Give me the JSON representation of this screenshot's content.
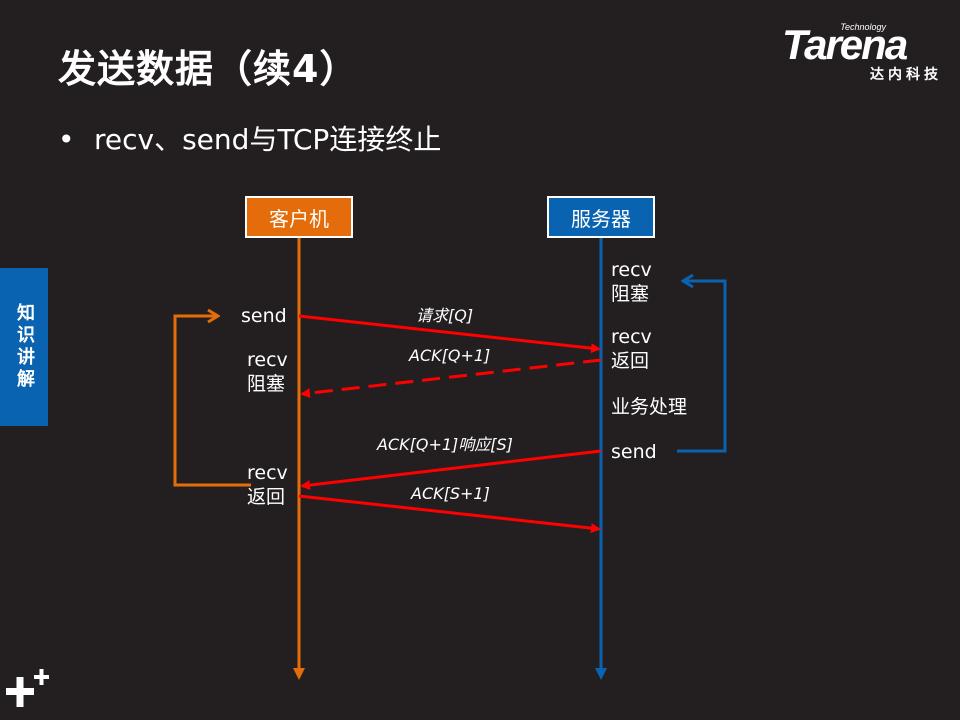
{
  "slide": {
    "title": "发送数据（续4）",
    "bullet": "recv、send与TCP连接终止",
    "bullet_marker": "•",
    "side_tab": "知识讲解"
  },
  "logo": {
    "technology": "Technology",
    "wordmark": "Tarena",
    "chinese": "达内科技"
  },
  "diagram": {
    "client_label": "客户机",
    "server_label": "服务器",
    "client_send": "send",
    "client_recv_block_1": "recv",
    "client_recv_block_2": "阻塞",
    "client_recv_return_1": "recv",
    "client_recv_return_2": "返回",
    "server_recv_block_1": "recv",
    "server_recv_block_2": "阻塞",
    "server_recv_return_1": "recv",
    "server_recv_return_2": "返回",
    "server_process": "业务处理",
    "server_send": "send",
    "msg_request": "请求[Q]",
    "msg_ack1": "ACK[Q+1]",
    "msg_response": "ACK[Q+1]响应[S]",
    "msg_ack2": "ACK[S+1]",
    "colors": {
      "client": "#e46c0a",
      "server": "#0a63b0",
      "message": "#ff0000",
      "background": "#231f20"
    }
  }
}
